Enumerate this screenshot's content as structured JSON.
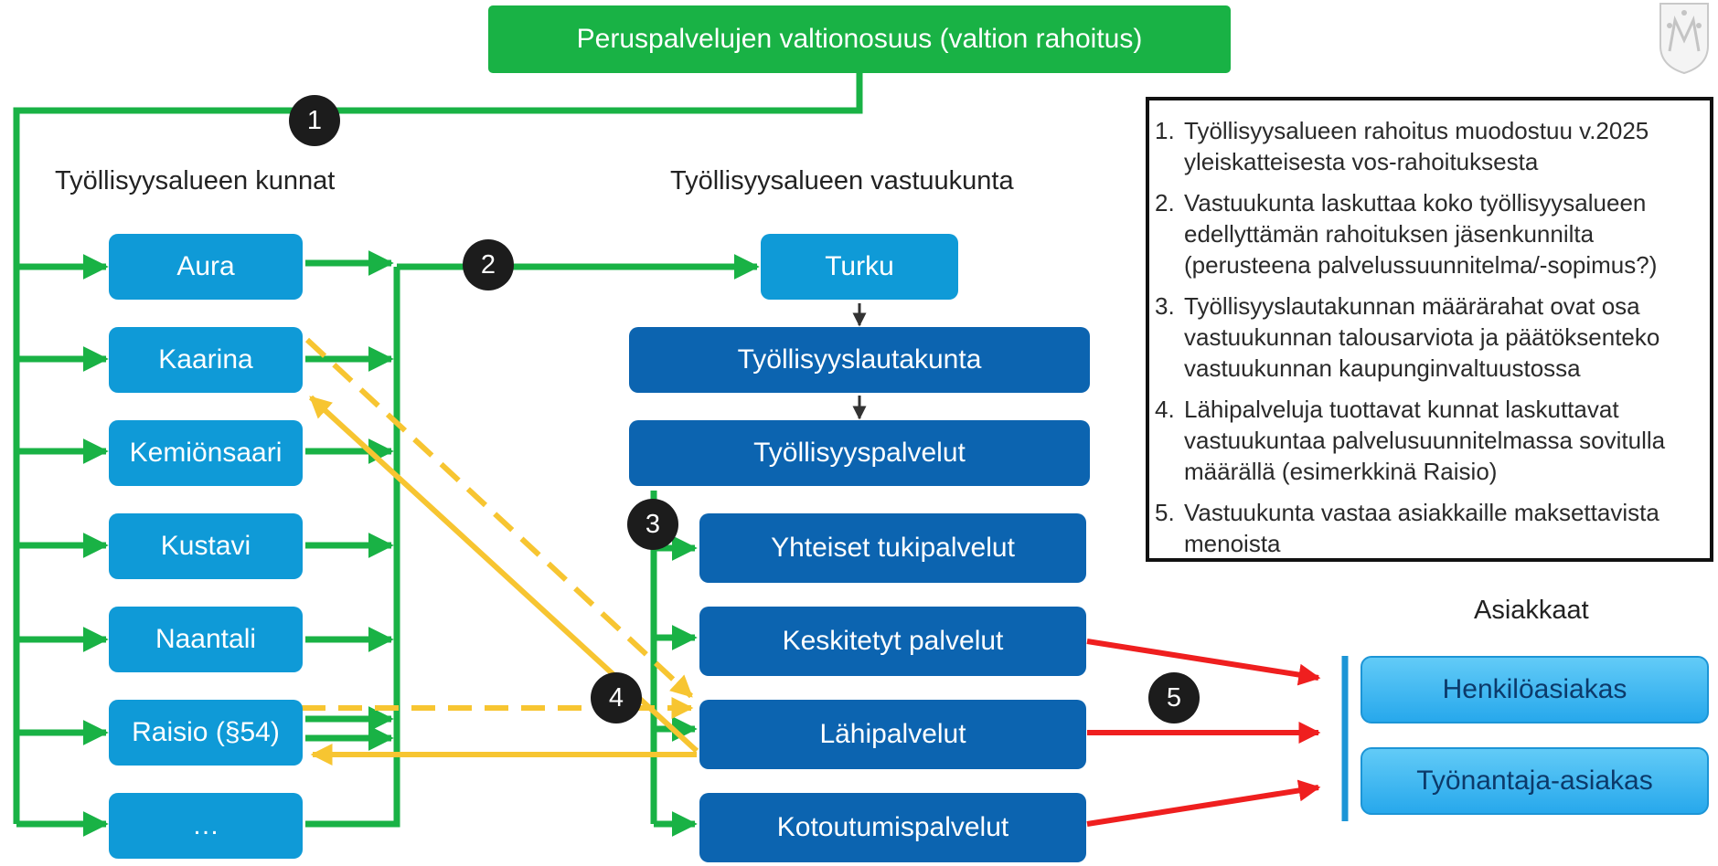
{
  "top_box": "Peruspalvelujen valtionosuus (valtion rahoitus)",
  "left_heading": "Työllisyysalueen kunnat",
  "center_heading": "Työllisyysalueen vastuukunta",
  "right_heading": "Asiakkaat",
  "municipalities": [
    "Aura",
    "Kaarina",
    "Kemiönsaari",
    "Kustavi",
    "Naantali",
    "Raisio (§54)",
    "…"
  ],
  "responsible": {
    "city": "Turku",
    "board": "Työllisyyslautakunta",
    "services": "Työllisyyspalvelut",
    "units": [
      "Yhteiset tukipalvelut",
      "Keskitetyt palvelut",
      "Lähipalvelut",
      "Kotoutumispalvelut"
    ]
  },
  "customers": [
    "Henkilöasiakas",
    "Työnantaja-asiakas"
  ],
  "badges": [
    "1",
    "2",
    "3",
    "4",
    "5"
  ],
  "notes": [
    {
      "num": "1.",
      "text": "Työllisyysalueen rahoitus muodostuu v.2025 yleiskatteisesta vos-rahoituksesta"
    },
    {
      "num": "2.",
      "text": "Vastuukunta laskuttaa koko työllisyysalueen edellyttämän rahoituksen jäsenkunnilta (perusteena palvelussuunnitelma/-sopimus?)"
    },
    {
      "num": "3.",
      "text": "Työllisyyslautakunnan määrärahat ovat osa vastuukunnan talousarviota ja päätöksenteko vastuukunnan kaupunginvaltuustossa"
    },
    {
      "num": "4.",
      "text": "Lähipalveluja tuottavat kunnat laskuttavat vastuukuntaa palvelusuunnitelmassa sovitulla määrällä (esimerkkinä Raisio)"
    },
    {
      "num": "5.",
      "text": "Vastuukunta vastaa asiakkaille maksettavista menoista"
    }
  ],
  "colors": {
    "state_funding": "#19b245",
    "municipality": "#0f9ad7",
    "responsible_unit": "#0c64b0",
    "billing": "#f7c531",
    "client_cost": "#ef1f1f",
    "customer": "#27a8ec"
  },
  "icons": {
    "crest": "coat-of-arms-icon"
  }
}
